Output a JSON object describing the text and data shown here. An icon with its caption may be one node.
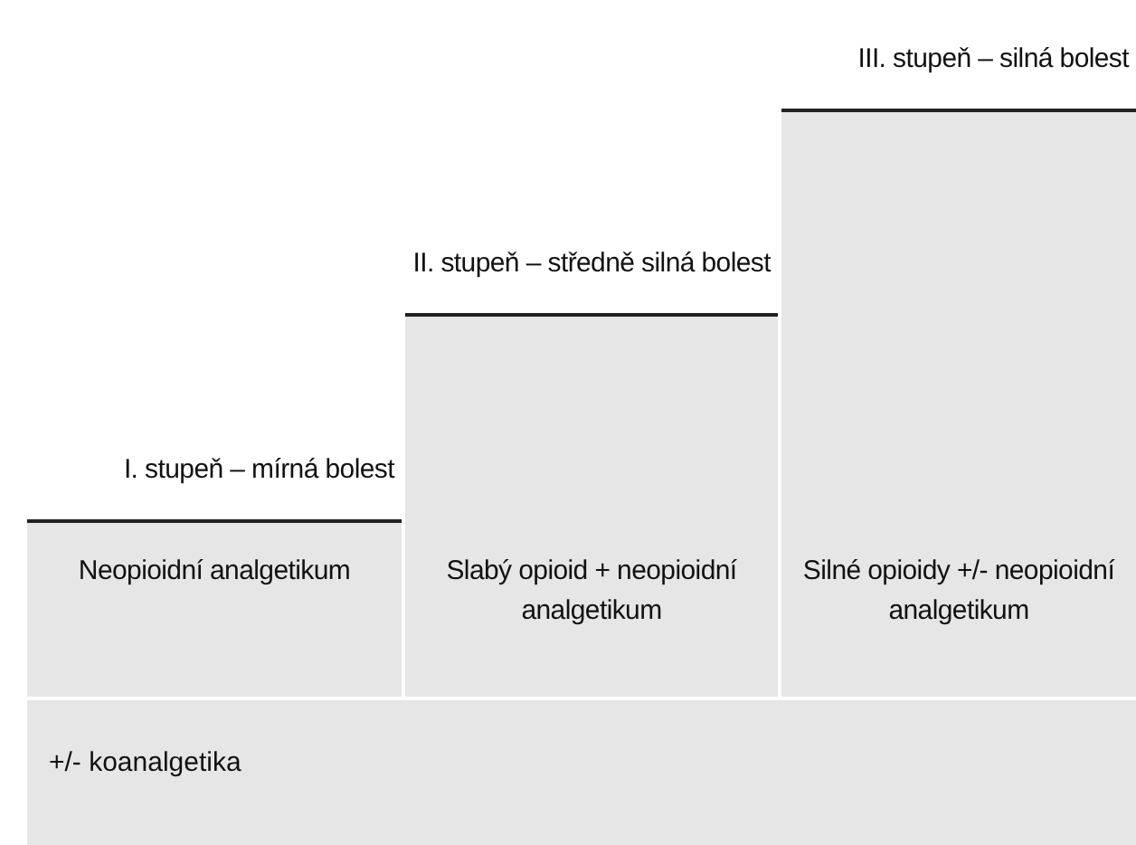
{
  "diagram": {
    "nodes": [
      {
        "text": [
          "I. stupeň – mírná bolest",
          "Neopioidní analgetikum"
        ]
      },
      {
        "text": [
          "II. stupeň – středně silná bolest",
          "Slabý opioid + neopioidní analgetikum"
        ]
      },
      {
        "text": [
          "III. stupeň – silná bolest",
          "Silné opioidy +/- neopioidní analgetikum"
        ]
      },
      {
        "text": [
          "+/- koanalgetika"
        ]
      }
    ]
  }
}
